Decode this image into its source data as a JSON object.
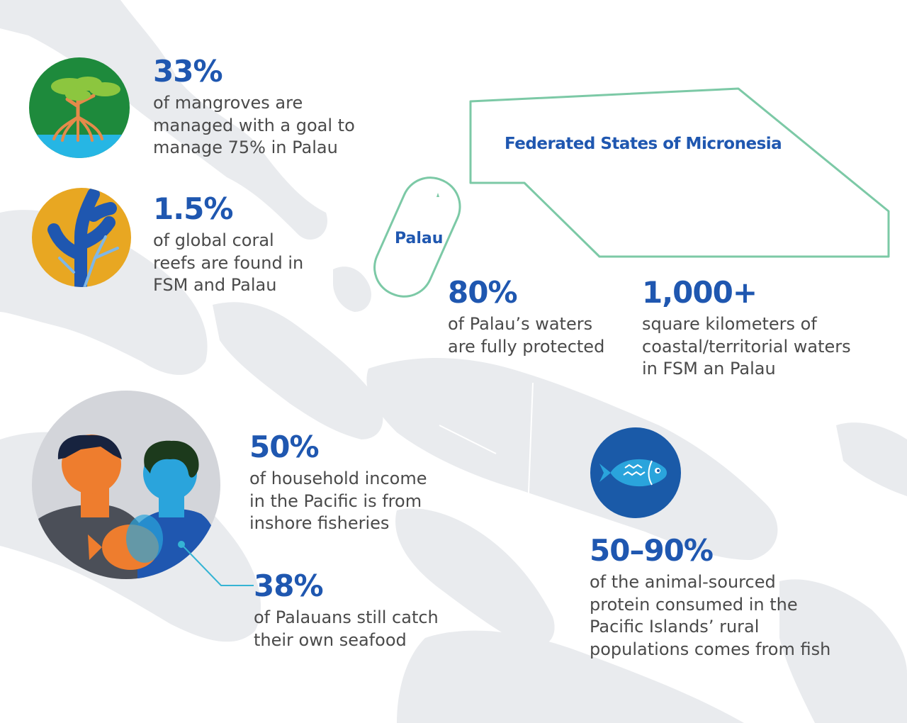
{
  "map": {
    "fsm_label": "Federated States of Micronesia",
    "palau_label": "Palau"
  },
  "stats": {
    "mangroves": {
      "value": "33%",
      "lines": [
        "of mangroves are",
        "managed with a goal to",
        "manage 75% in Palau"
      ]
    },
    "coral": {
      "value": "1.5%",
      "lines": [
        "of global coral",
        "reefs are found in",
        "FSM and Palau"
      ]
    },
    "palau_waters": {
      "value": "80%",
      "lines": [
        "of Palau’s waters",
        "are fully protected"
      ]
    },
    "coastal_waters": {
      "value": "1,000+",
      "lines": [
        "square kilometers of",
        "coastal/territorial waters",
        "in FSM an Palau"
      ]
    },
    "household_income": {
      "value": "50%",
      "lines": [
        "of household income",
        "in the Pacific is from",
        "inshore fisheries"
      ]
    },
    "palauans_catch": {
      "value": "38%",
      "lines": [
        "of Palauans still catch",
        "their own seafood"
      ]
    },
    "protein": {
      "value": "50–90%",
      "lines": [
        "of the animal-sourced",
        "protein consumed in the",
        "Pacific Islands’ rural",
        "populations comes from fish"
      ]
    }
  },
  "icons": {
    "mangrove": "mangrove-tree-icon",
    "coral": "coral-icon",
    "people": "fishers-illustration",
    "fish": "fish-icon"
  },
  "colors": {
    "accent_blue": "#1f57b0",
    "outline_green": "#7cc9a6",
    "map_gray": "#e9ebee",
    "mangrove_bg": "#1e8a3c",
    "coral_bg": "#e8a722",
    "fish_bg": "#1a5aa8",
    "callout_line": "#35b4d4"
  }
}
